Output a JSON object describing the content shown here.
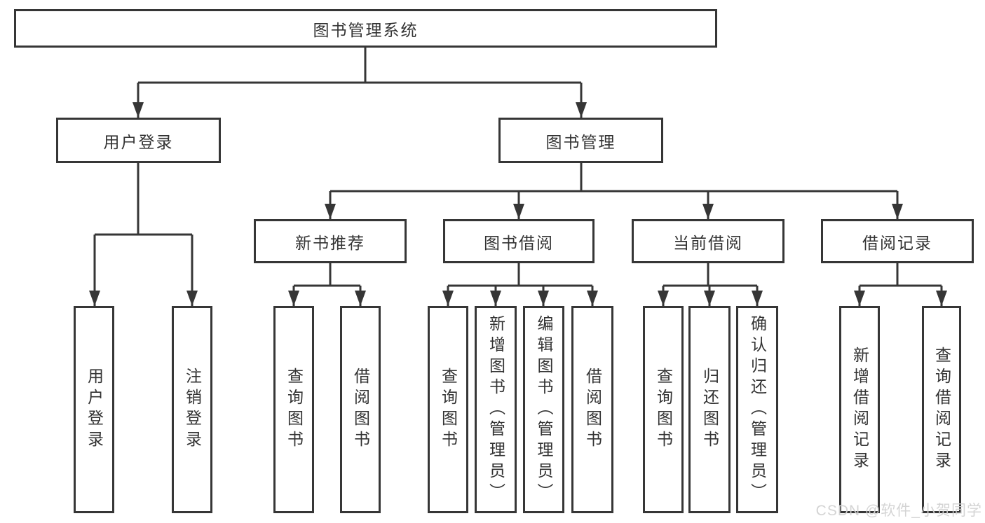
{
  "nodes": {
    "root": "图书管理系统",
    "user_login": "用户登录",
    "book_mgmt": "图书管理",
    "new_book_rec": "新书推荐",
    "book_borrow": "图书借阅",
    "current_borrow": "当前借阅",
    "borrow_records": "借阅记录",
    "ul_user_login": "用户登录",
    "ul_logout": "注销登录",
    "nbr_query_book": "查询图书",
    "nbr_borrow_book": "借阅图书",
    "bb_query_book": "查询图书",
    "bb_add_book": "新增图书（管理员）",
    "bb_edit_book": "编辑图书（管理员）",
    "bb_borrow_book": "借阅图书",
    "cb_query_book": "查询图书",
    "cb_return_book": "归还图书",
    "cb_confirm_return": "确认归还（管理员）",
    "br_add_record": "新增借阅记录",
    "br_query_record": "查询借阅记录"
  },
  "hierarchy": {
    "图书管理系统": {
      "用户登录": [
        "用户登录",
        "注销登录"
      ],
      "图书管理": {
        "新书推荐": [
          "查询图书",
          "借阅图书"
        ],
        "图书借阅": [
          "查询图书",
          "新增图书（管理员）",
          "编辑图书（管理员）",
          "借阅图书"
        ],
        "当前借阅": [
          "查询图书",
          "归还图书",
          "确认归还（管理员）"
        ],
        "借阅记录": [
          "新增借阅记录",
          "查询借阅记录"
        ]
      }
    }
  },
  "watermark": "CSDN @软件_小贺同学",
  "colors": {
    "line": "#363636",
    "text": "#333333",
    "background": "#ffffff",
    "watermark": "#d2d2d2"
  }
}
